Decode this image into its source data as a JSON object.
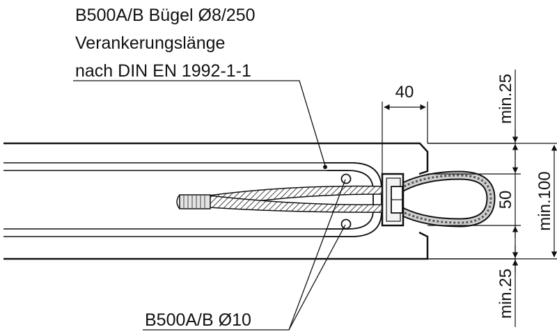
{
  "callouts": {
    "stirrup": {
      "line1": "B500A/B Bügel Ø8/250",
      "line2": "Verankerungslänge",
      "line3": "nach DIN EN 1992-1-1"
    },
    "bars": "B500A/B Ø10"
  },
  "dimensions": {
    "width_40": "40",
    "top_min25": "min.25",
    "mid_50": "50",
    "total_min100": "min.100",
    "bottom_min25": "min.25"
  }
}
